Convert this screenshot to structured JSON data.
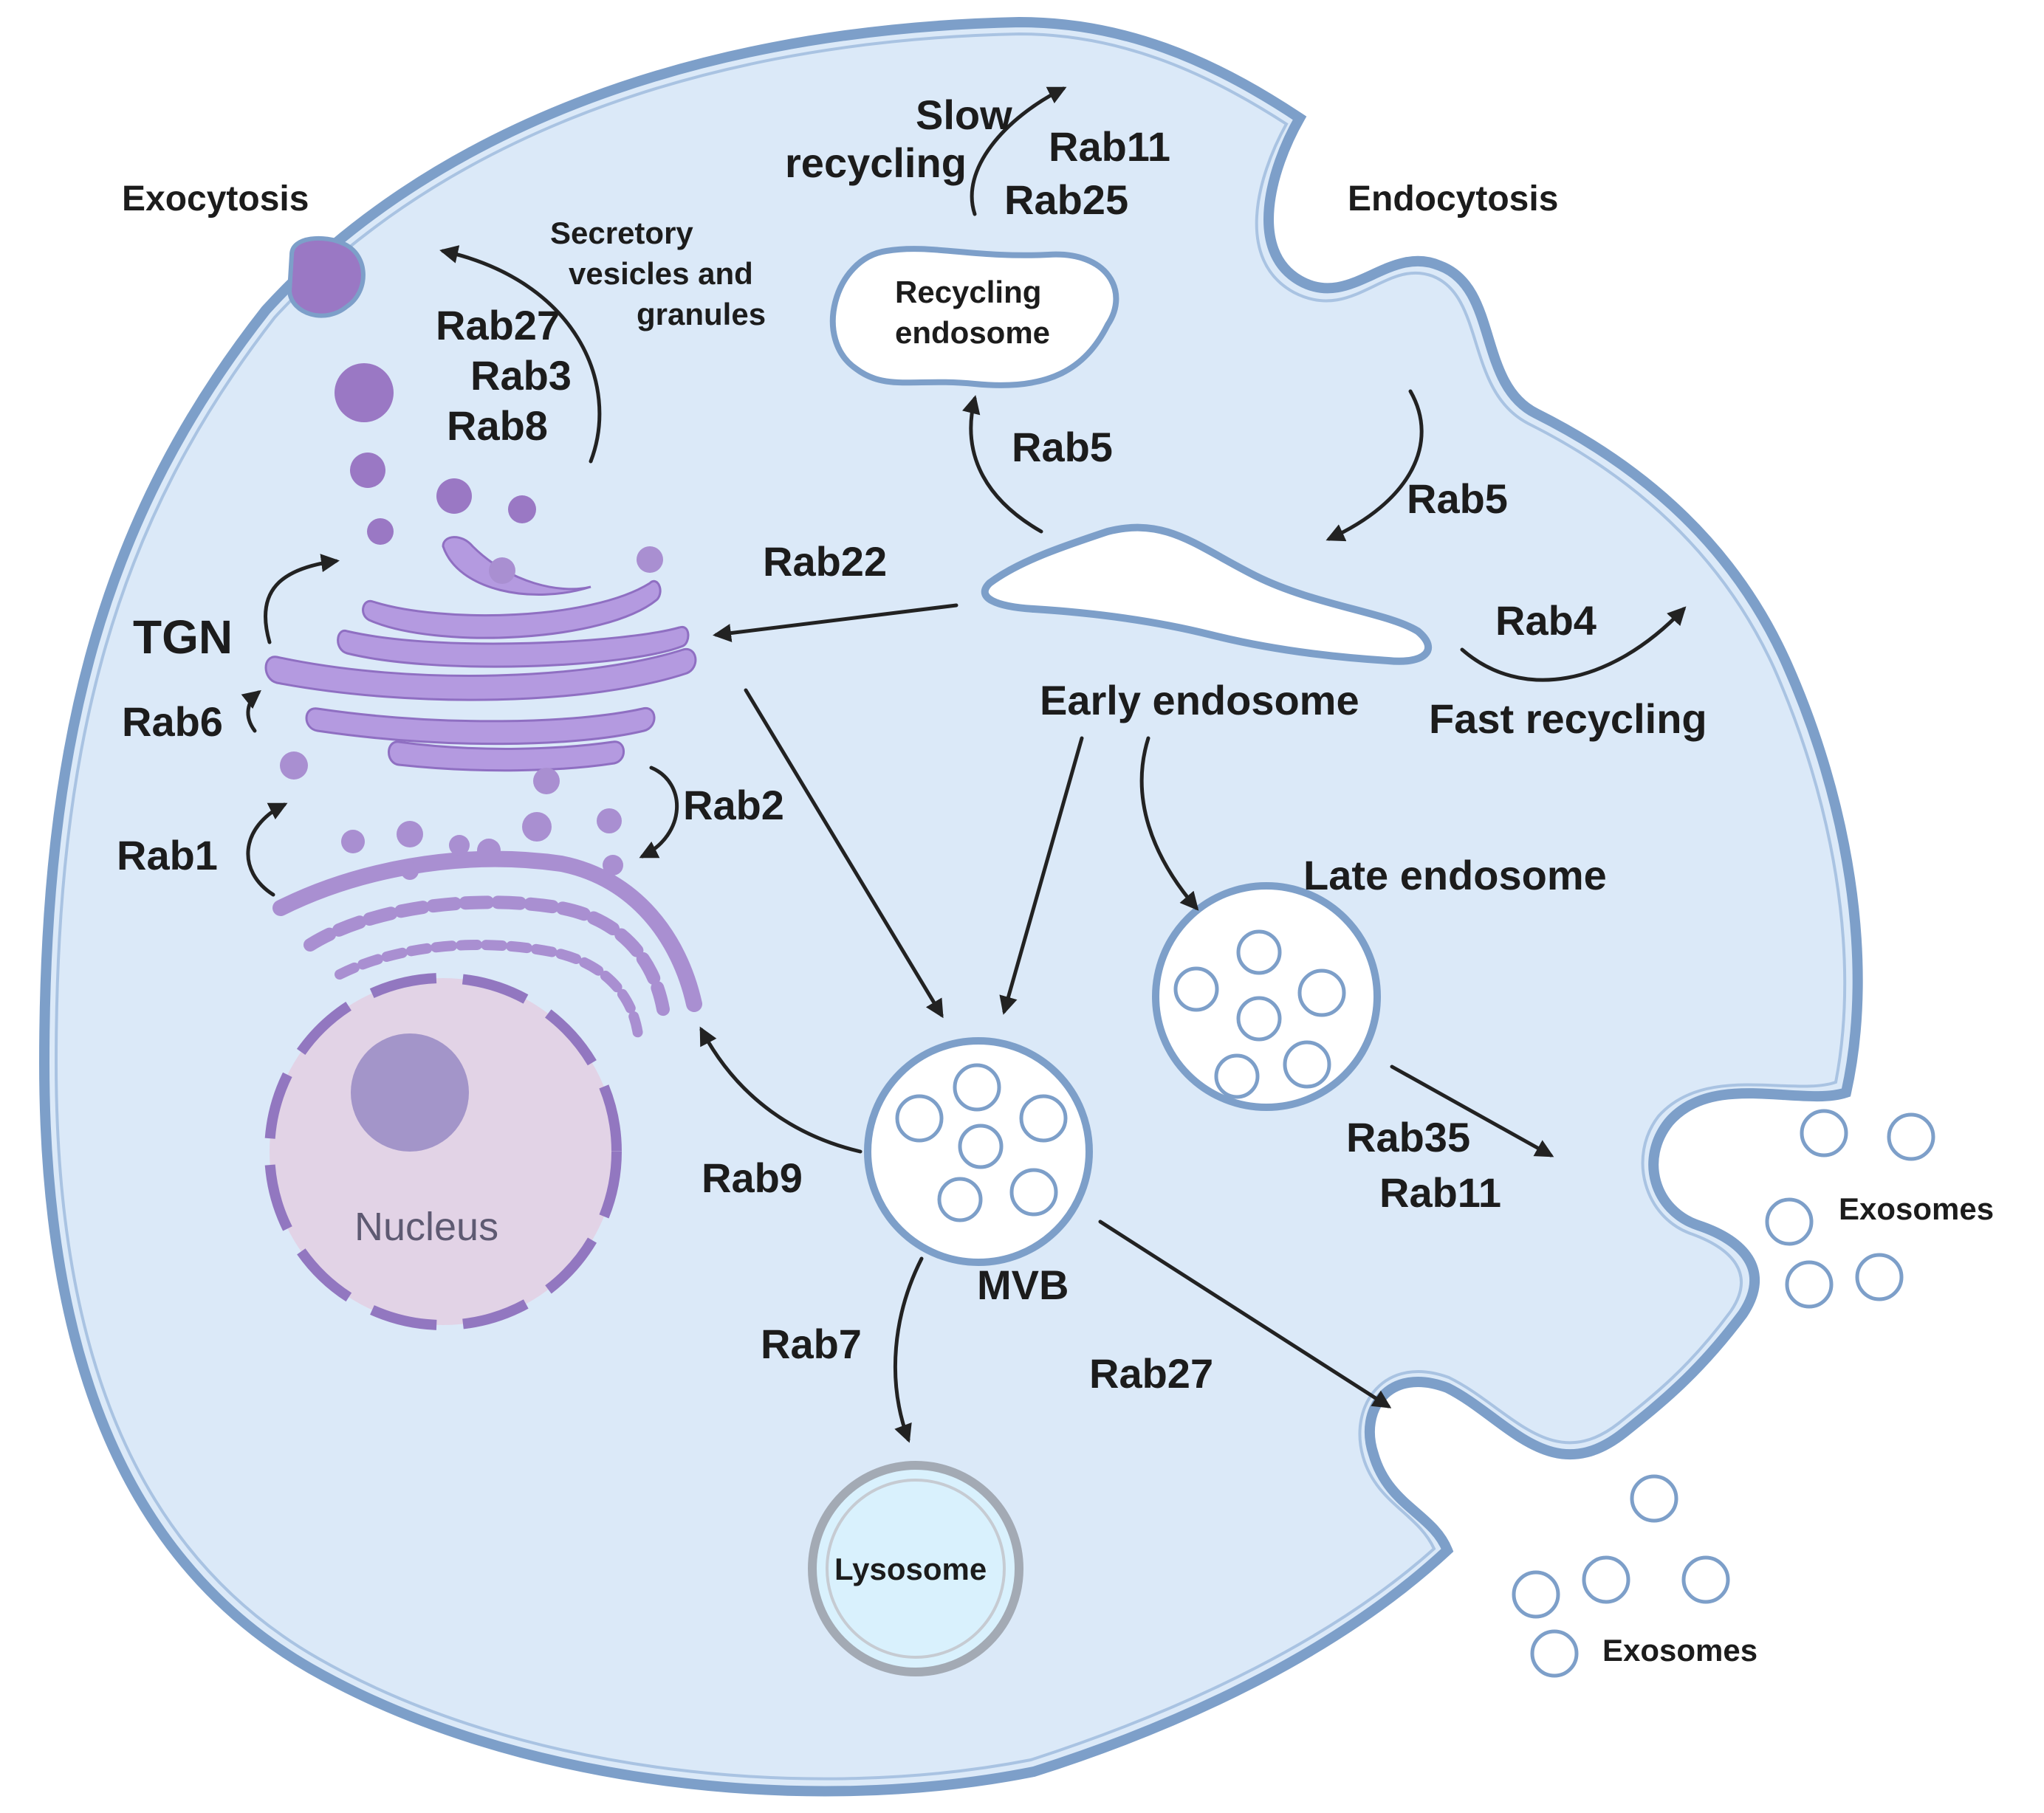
{
  "labels": {
    "exocytosis": "Exocytosis",
    "endocytosis": "Endocytosis",
    "slow_recycling_1": "Slow",
    "slow_recycling_2": "recycling",
    "rab11_top": "Rab11",
    "rab25": "Rab25",
    "secretory_1": "Secretory",
    "secretory_2": "vesicles and",
    "secretory_3": "granules",
    "recycling_endosome_1": "Recycling",
    "recycling_endosome_2": "endosome",
    "rab27_top": "Rab27",
    "rab3": "Rab3",
    "rab8": "Rab8",
    "rab5_left": "Rab5",
    "rab5_right": "Rab5",
    "rab22": "Rab22",
    "tgn": "TGN",
    "rab4": "Rab4",
    "early_endosome": "Early endosome",
    "fast_recycling": "Fast recycling",
    "rab6": "Rab6",
    "rab2": "Rab2",
    "rab1": "Rab1",
    "late_endosome": "Late endosome",
    "nucleus": "Nucleus",
    "rab9": "Rab9",
    "rab35": "Rab35",
    "rab11_bottom": "Rab11",
    "exosomes_right": "Exosomes",
    "mvb": "MVB",
    "rab7": "Rab7",
    "rab27_bottom": "Rab27",
    "lysosome": "Lysosome",
    "exosomes_bottom": "Exosomes"
  },
  "colors": {
    "cytoplasm": "#dbe9f8",
    "membrane": "#7d9fc9",
    "nucleus_fill": "#e2d3e6",
    "nucleus_border": "#9277c0",
    "nucleolus": "#a395c9",
    "secretory_purple": "#9a78c4",
    "lysosome_fill": "#d9f1fd",
    "lysosome_border": "#a3aab4"
  }
}
